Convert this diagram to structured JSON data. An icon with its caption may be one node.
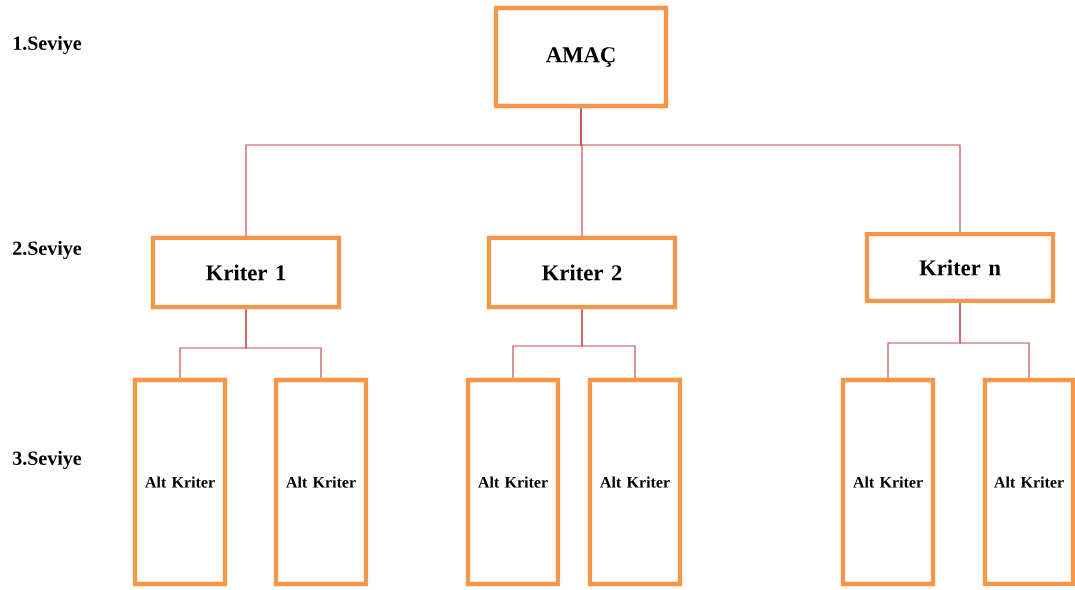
{
  "diagram": {
    "nodes": [
      {
        "text": [
          "AMAÇ"
        ]
      },
      {
        "text": [
          "Kriter 1"
        ]
      },
      {
        "text": [
          "Kriter 2"
        ]
      },
      {
        "text": [
          "Kriter n"
        ]
      },
      {
        "text": [
          "Alt Kriter"
        ]
      },
      {
        "text": [
          "Alt Kriter"
        ]
      },
      {
        "text": [
          "Alt Kriter"
        ]
      },
      {
        "text": [
          "Alt Kriter"
        ]
      },
      {
        "text": [
          "Alt Kriter"
        ]
      },
      {
        "text": [
          "Alt Kriter"
        ]
      }
    ],
    "edges": [
      {
        "from": 0,
        "to": 1,
        "arrow": "none"
      },
      {
        "from": 0,
        "to": 2,
        "arrow": "none"
      },
      {
        "from": 0,
        "to": 3,
        "arrow": "none"
      },
      {
        "from": 1,
        "to": 4,
        "arrow": "none"
      },
      {
        "from": 1,
        "to": 5,
        "arrow": "none"
      },
      {
        "from": 2,
        "to": 6,
        "arrow": "none"
      },
      {
        "from": 2,
        "to": 7,
        "arrow": "none"
      },
      {
        "from": 3,
        "to": 8,
        "arrow": "none"
      },
      {
        "from": 3,
        "to": 9,
        "arrow": "none"
      }
    ],
    "labels": [
      "1.Seviye",
      "2.Seviye",
      "3.Seviye"
    ]
  }
}
